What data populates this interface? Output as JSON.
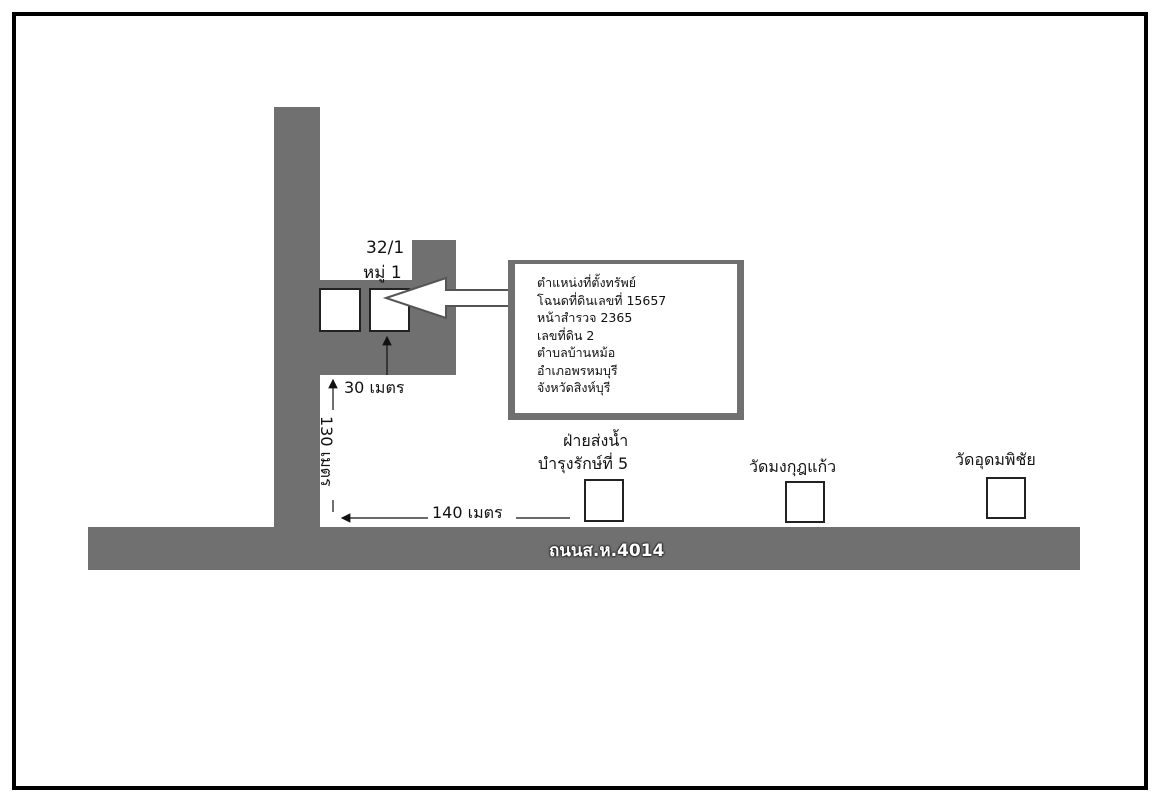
{
  "property": {
    "number": "32/1",
    "village": "หมู่ 1"
  },
  "info_box": {
    "lines": [
      "ตำแหน่งที่ตั้งทรัพย์",
      "โฉนดที่ดินเลขที่ 15657",
      "หน้าสำรวจ 2365",
      "เลขที่ดิน 2",
      "ตำบลบ้านหม้อ",
      "อำเภอพรหมบุรี",
      "จังหวัดสิงห์บุรี"
    ]
  },
  "distances": {
    "d30": "30 เมตร",
    "d130": "130 เมตร",
    "d140": "140 เมตร"
  },
  "landmarks": {
    "water_dept_line1": "ฝ่ายส่งน้ำ",
    "water_dept_line2": "บำรุงรักษ์ที่ 5",
    "temple1": "วัดมงกุฎแก้ว",
    "temple2": "วัดอุดมพิชัย"
  },
  "road": {
    "name": "ถนนส.ห.4014"
  },
  "colors": {
    "road": "#707070",
    "frame": "#000000"
  }
}
